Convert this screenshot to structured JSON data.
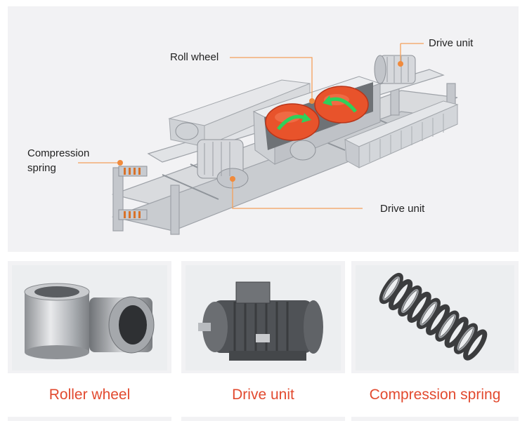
{
  "diagram": {
    "labels": {
      "roll_wheel": "Roll wheel",
      "drive_unit_top": "Drive unit",
      "compression_spring_line1": "Compression",
      "compression_spring_line2": "spring",
      "drive_unit_bottom": "Drive unit"
    },
    "colors": {
      "leader_line": "#f4a05a",
      "dot": "#f08a3c",
      "roller": "#e8532b",
      "arrow": "#2fd05a",
      "machine": "#d4d6da"
    }
  },
  "cards": [
    {
      "label": "Roller wheel",
      "icon": "roller-wheel-photo"
    },
    {
      "label": "Drive unit",
      "icon": "electric-motor-photo"
    },
    {
      "label": "Compression spring",
      "icon": "coil-spring-photo"
    }
  ],
  "accent_color": "#e24a2f"
}
